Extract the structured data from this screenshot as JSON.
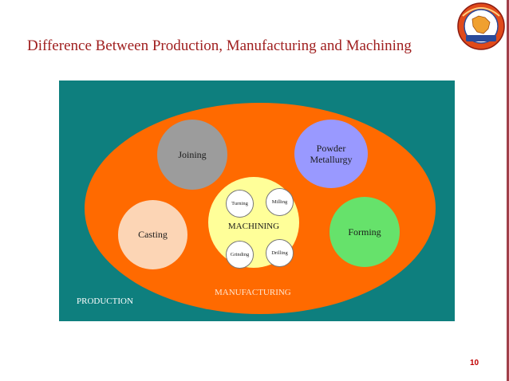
{
  "slide": {
    "title": "Difference Between Production, Manufacturing and Machining",
    "page_number": "10"
  },
  "diagram": {
    "outer_label": "PRODUCTION",
    "middle_label": "MANUFACTURING",
    "inner_label": "MACHINING",
    "processes": {
      "joining": "Joining",
      "powder_metallurgy": [
        "Powder",
        "Metallurgy"
      ],
      "casting": "Casting",
      "forming": "Forming"
    },
    "machining_operations": {
      "turning": "Turning",
      "milling": "Milling",
      "grinding": "Grinding",
      "drilling": "Drilling"
    }
  },
  "colors": {
    "production_bg": "#0e7f7e",
    "manufacturing_bg": "#ff6a00",
    "machining_bg": "#ffff99",
    "joining": "#9c9c9c",
    "powder_metallurgy": "#9999ff",
    "casting": "#fcd5b5",
    "forming": "#66e26b",
    "title": "#a02020"
  }
}
